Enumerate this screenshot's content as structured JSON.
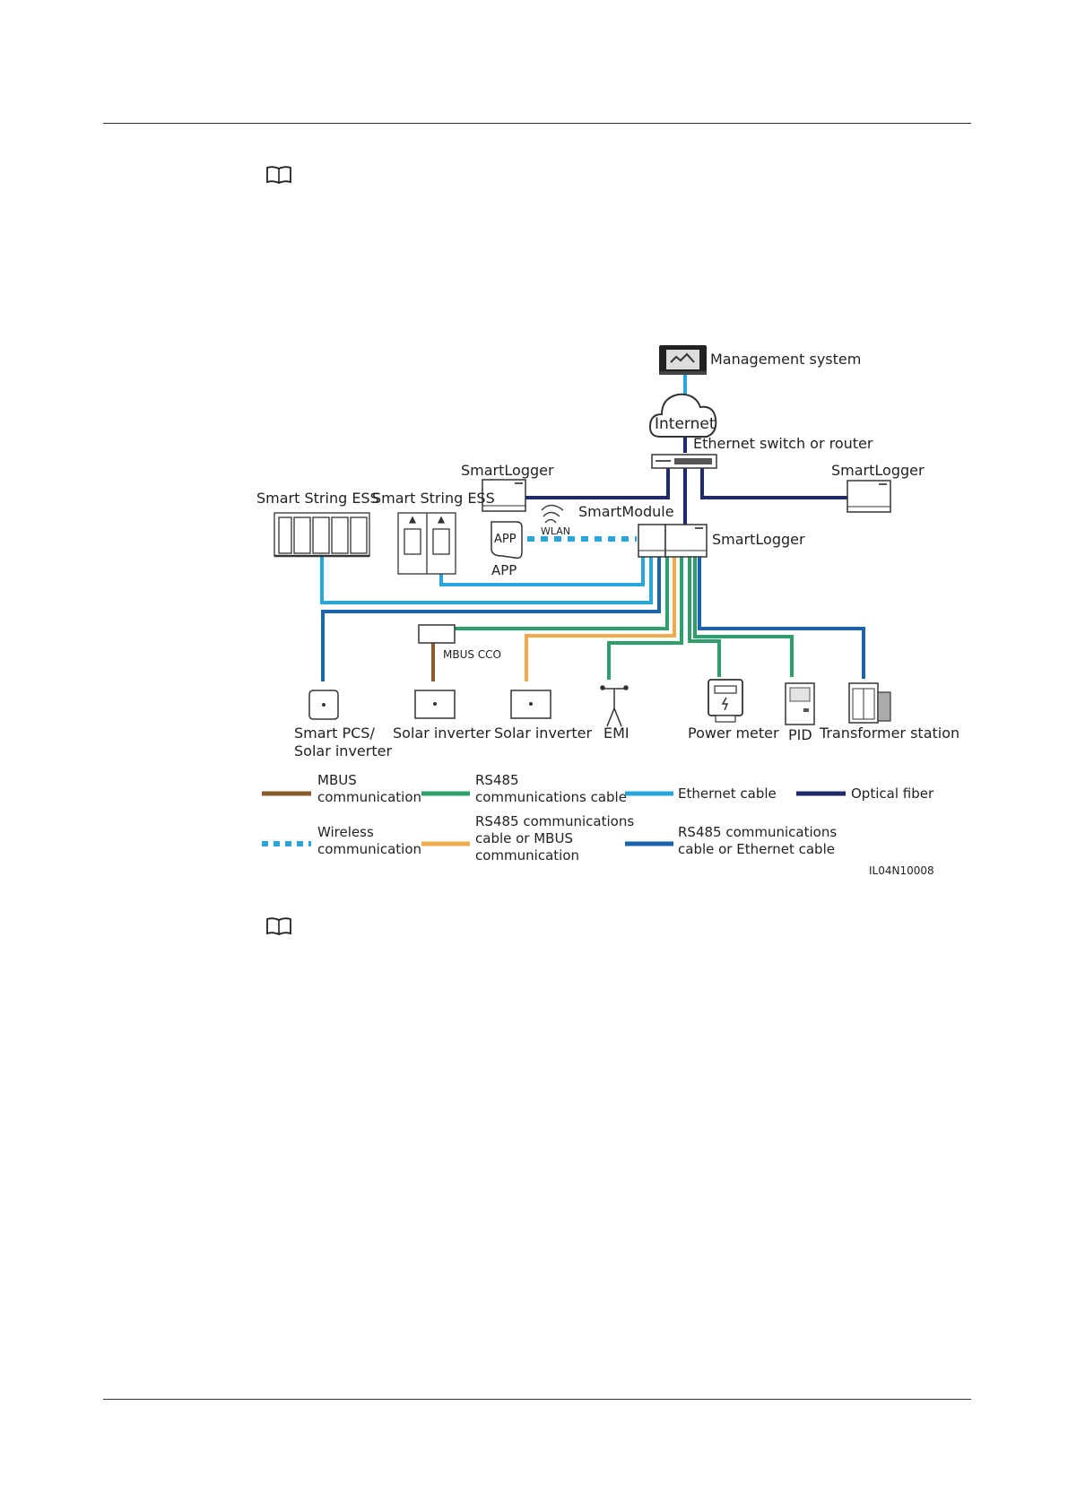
{
  "nodes": {
    "management_system": "Management system",
    "internet": "Internet",
    "switch": "Ethernet switch or router",
    "smartlogger_left": "SmartLogger",
    "smartlogger_right": "SmartLogger",
    "smartlogger_main": "SmartLogger",
    "smartmodule": "SmartModule",
    "ess1": "Smart String ESS",
    "ess2": "Smart String ESS",
    "wlan": "WLAN",
    "app_icon_text": "APP",
    "app": "APP",
    "mbus_cco": "MBUS CCO",
    "smart_pcs_1": "Smart PCS/",
    "smart_pcs_2": "Solar inverter",
    "solar_inverter_1": "Solar inverter",
    "solar_inverter_2": "Solar inverter",
    "emi": "EMI",
    "power_meter": "Power meter",
    "pid": "PID",
    "transformer": "Transformer station"
  },
  "legend": {
    "mbus_1": "MBUS",
    "mbus_2": "communication",
    "rs485_1": "RS485",
    "rs485_2": "communications cable",
    "ethernet": "Ethernet cable",
    "optical": "Optical fiber",
    "wireless_1": "Wireless",
    "wireless_2": "communication",
    "rs485_mbus_1": "RS485 communications",
    "rs485_mbus_2": "cable or MBUS",
    "rs485_mbus_3": "communication",
    "rs485_eth_1": "RS485 communications",
    "rs485_eth_2": "cable or Ethernet cable"
  },
  "figure_id": "IL04N10008",
  "colors": {
    "mbus": "#8b5a2b",
    "rs485": "#2e9e6a",
    "ethernet": "#28a6dc",
    "optical": "#1f2a6e",
    "rs485_mbus": "#efaa4e",
    "rs485_eth": "#1a63ad"
  },
  "icons": {
    "note": "book-icon"
  }
}
